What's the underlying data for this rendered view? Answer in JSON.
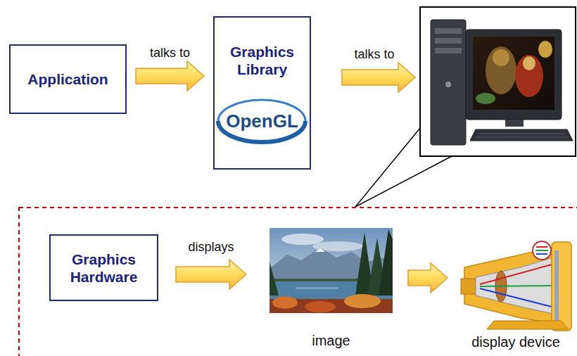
{
  "diagram": {
    "nodes": [
      {
        "text": [
          "Application"
        ]
      },
      {
        "text": [
          "Graphics Library",
          "OpenGL"
        ]
      },
      {
        "text": [
          "Graphics Hardware"
        ]
      },
      {
        "text": [
          "image"
        ]
      },
      {
        "text": [
          "display device"
        ]
      }
    ],
    "edges": [
      {
        "from": 0,
        "to": 1,
        "label": "talks to",
        "arrow": "to"
      },
      {
        "from": 2,
        "to": 3,
        "label": "displays",
        "arrow": "to"
      },
      {
        "from": 3,
        "to": 4,
        "arrow": "to"
      }
    ],
    "labels": [
      "talks to"
    ]
  }
}
